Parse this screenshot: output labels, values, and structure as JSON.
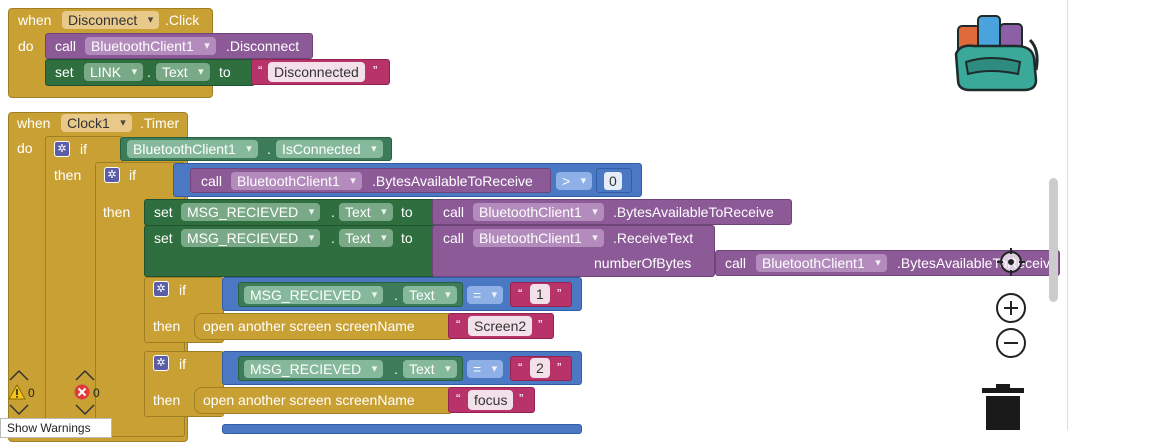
{
  "event1": {
    "when": "when",
    "component": "Disconnect",
    "event": ".Click",
    "do": "do"
  },
  "call1": {
    "call": "call",
    "component": "BluetoothClient1",
    "method": ".Disconnect"
  },
  "set1": {
    "set": "set",
    "component": "LINK",
    "property": "Text",
    "to": "to",
    "value": "Disconnected"
  },
  "event2": {
    "when": "when",
    "component": "Clock1",
    "event": ".Timer",
    "do": "do"
  },
  "if1": {
    "if": "if",
    "then": "then",
    "component": "BluetoothClient1",
    "property": "IsConnected"
  },
  "if2": {
    "if": "if",
    "then": "then",
    "call": "call",
    "component": "BluetoothClient1",
    "method": ".BytesAvailableToReceive",
    "op": ">",
    "value": "0"
  },
  "set2": {
    "set": "set",
    "component": "MSG_RECIEVED",
    "property": "Text",
    "to": "to",
    "call": "call",
    "call_component": "BluetoothClient1",
    "call_method": ".BytesAvailableToReceive"
  },
  "set3": {
    "set": "set",
    "component": "MSG_RECIEVED",
    "property": "Text",
    "to": "to",
    "call": "call",
    "call_component": "BluetoothClient1",
    "call_method": ".ReceiveText",
    "param": "numberOfBytes",
    "inner_call": "call",
    "inner_component": "BluetoothClient1",
    "inner_method": ".BytesAvailableToReceive"
  },
  "if3": {
    "if": "if",
    "then": "then",
    "component": "MSG_RECIEVED",
    "property": "Text",
    "op": "=",
    "value": "1",
    "action": "open another screen  screenName",
    "screen": "Screen2"
  },
  "if4": {
    "if": "if",
    "then": "then",
    "component": "MSG_RECIEVED",
    "property": "Text",
    "op": "=",
    "value": "2",
    "action": "open another screen  screenName",
    "screen": "focus"
  },
  "warnings": {
    "warn_count": "0",
    "error_count": "0",
    "show_label": "Show Warnings"
  },
  "quotes": {
    "open": "“",
    "close": "”"
  }
}
